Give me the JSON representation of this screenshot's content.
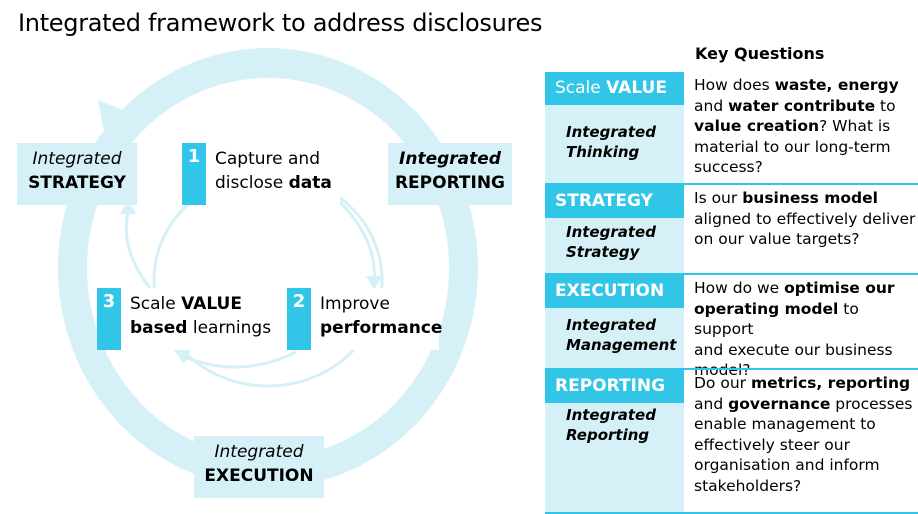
{
  "title": "Integrated framework to address disclosures",
  "colors": {
    "accent": "#31c5e8",
    "light": "#d5f0f7"
  },
  "outer": {
    "strategy": {
      "line1": "Integrated",
      "line2": "STRATEGY"
    },
    "reporting": {
      "line1": "Integrated",
      "line2": "REPORTING"
    },
    "execution": {
      "line1": "Integrated",
      "line2": "EXECUTION"
    }
  },
  "steps": [
    {
      "num": "1",
      "line1": "Capture and",
      "line2_pre": "disclose ",
      "line2_bold": "data"
    },
    {
      "num": "2",
      "line1": "Improve",
      "line2_pre": "",
      "line2_bold": "performance"
    },
    {
      "num": "3",
      "line1_pre": "Scale ",
      "line1_bold": "VALUE",
      "line2_bold": "based",
      "line2_post": " learnings"
    }
  ],
  "table": {
    "header": "Key Questions",
    "rows": [
      {
        "hdr_pre": "Scale ",
        "hdr_bold": "VALUE",
        "sub1": "Integrated",
        "sub2": "Thinking",
        "q": [
          [
            "How does ",
            ""
          ],
          [
            "waste, energy",
            "b"
          ],
          [
            "\nand ",
            ""
          ],
          [
            "water contribute",
            "b"
          ],
          [
            " to\n",
            ""
          ],
          [
            "value creation",
            "b"
          ],
          [
            "? What is\nmaterial to our long-term\nsuccess?",
            ""
          ]
        ]
      },
      {
        "hdr_pre": "",
        "hdr_bold": "STRATEGY",
        "sub1": "Integrated",
        "sub2": "Strategy",
        "q": [
          [
            "Is our ",
            ""
          ],
          [
            "business  model",
            "b"
          ],
          [
            "\naligned to effectively deliver\non our value targets?",
            ""
          ]
        ]
      },
      {
        "hdr_pre": "",
        "hdr_bold": "EXECUTION",
        "sub1": "Integrated",
        "sub2": "Management",
        "q": [
          [
            "How do we ",
            ""
          ],
          [
            "optimise our\noperating model",
            "b"
          ],
          [
            " to support\nand execute our business\nmodel?",
            ""
          ]
        ]
      },
      {
        "hdr_pre": "",
        "hdr_bold": "REPORTING",
        "sub1": "Integrated",
        "sub2": "Reporting",
        "q": [
          [
            "Do our ",
            ""
          ],
          [
            "metrics, reporting",
            "b"
          ],
          [
            "\nand ",
            ""
          ],
          [
            "governance",
            "b"
          ],
          [
            " processes\nenable management to\neffectively steer  our\norganisation and inform\nstakeholders?",
            ""
          ]
        ]
      }
    ]
  }
}
